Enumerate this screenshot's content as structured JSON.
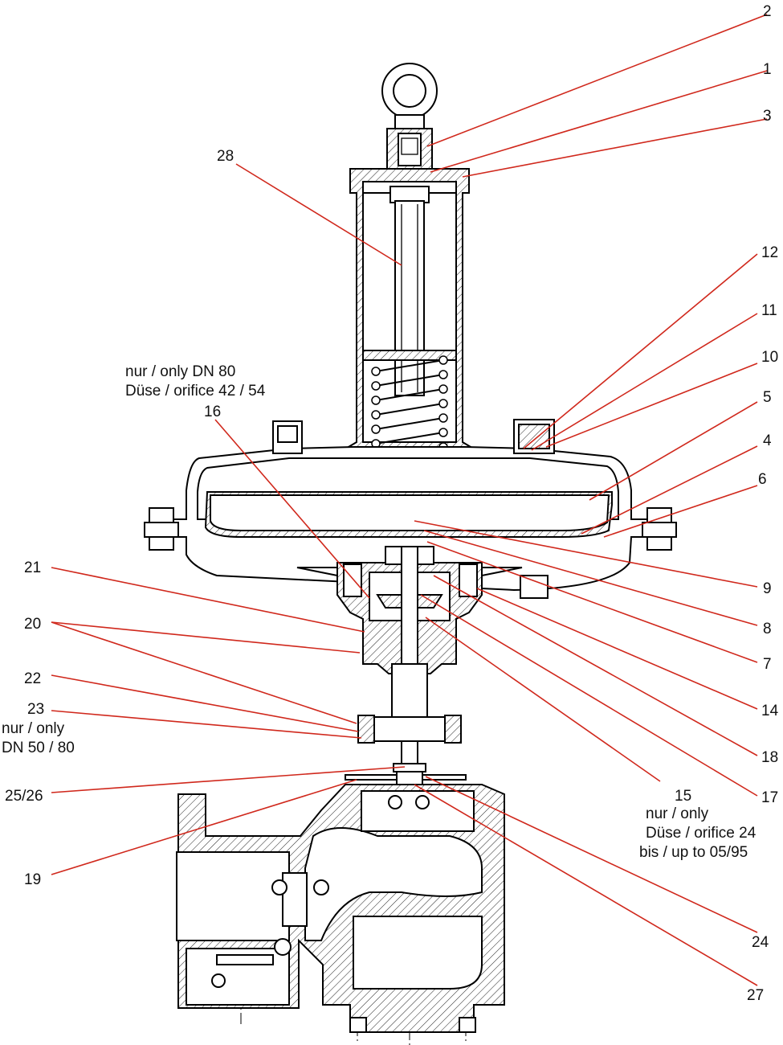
{
  "labels": {
    "p1": "1",
    "p2": "2",
    "p3": "3",
    "p4": "4",
    "p5": "5",
    "p6": "6",
    "p7": "7",
    "p8": "8",
    "p9": "9",
    "p10": "10",
    "p11": "11",
    "p12": "12",
    "p14": "14",
    "p15": "15",
    "p16": "16",
    "p17": "17",
    "p18": "18",
    "p19": "19",
    "p20": "20",
    "p21": "21",
    "p22": "22",
    "p23": "23",
    "p24": "24",
    "p2526": "25/26",
    "p27": "27",
    "p28": "28"
  },
  "notes": {
    "dn80_line1": "nur / only DN 80",
    "dn80_line2": "Düse / orifice 42 / 54",
    "dn5080_line1": "nur / only",
    "dn5080_line2": "DN 50 / 80",
    "orifice24_line1": "nur / only",
    "orifice24_line2": "Düse / orifice 24",
    "orifice24_line3": "bis / up to 05/95"
  },
  "colors": {
    "leader": "#d0281c",
    "outline": "#000000"
  }
}
